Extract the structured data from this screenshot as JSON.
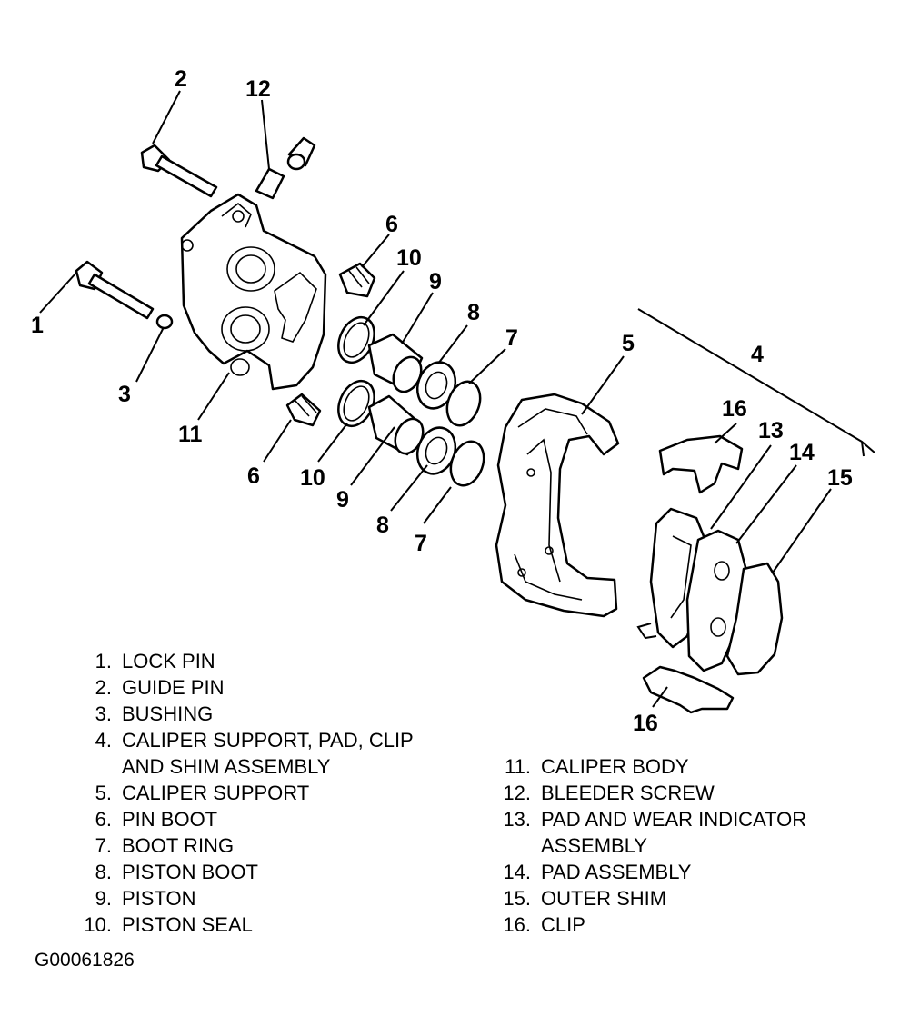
{
  "callouts": {
    "c1": "1",
    "c2": "2",
    "c3": "3",
    "c4": "4",
    "c5": "5",
    "c6a": "6",
    "c6b": "6",
    "c7a": "7",
    "c7b": "7",
    "c8a": "8",
    "c8b": "8",
    "c9a": "9",
    "c9b": "9",
    "c10a": "10",
    "c10b": "10",
    "c11": "11",
    "c12": "12",
    "c13": "13",
    "c14": "14",
    "c15": "15",
    "c16a": "16",
    "c16b": "16"
  },
  "legend": {
    "left": [
      {
        "num": "1.",
        "text": "LOCK PIN"
      },
      {
        "num": "2.",
        "text": "GUIDE PIN"
      },
      {
        "num": "3.",
        "text": "BUSHING"
      },
      {
        "num": "4.",
        "text": "CALIPER SUPPORT, PAD, CLIP"
      },
      {
        "num": "",
        "text": "AND SHIM ASSEMBLY"
      },
      {
        "num": "5.",
        "text": "CALIPER SUPPORT"
      },
      {
        "num": "6.",
        "text": "PIN BOOT"
      },
      {
        "num": "7.",
        "text": "BOOT RING"
      },
      {
        "num": "8.",
        "text": "PISTON BOOT"
      },
      {
        "num": "9.",
        "text": "PISTON"
      },
      {
        "num": "10.",
        "text": "PISTON SEAL"
      }
    ],
    "right": [
      {
        "num": "11.",
        "text": "CALIPER BODY"
      },
      {
        "num": "12.",
        "text": "BLEEDER SCREW"
      },
      {
        "num": "13.",
        "text": "PAD AND WEAR INDICATOR"
      },
      {
        "num": "",
        "text": "ASSEMBLY"
      },
      {
        "num": "14.",
        "text": "PAD ASSEMBLY"
      },
      {
        "num": "15.",
        "text": "OUTER SHIM"
      },
      {
        "num": "16.",
        "text": "CLIP"
      }
    ]
  },
  "figure_code": "G00061826"
}
